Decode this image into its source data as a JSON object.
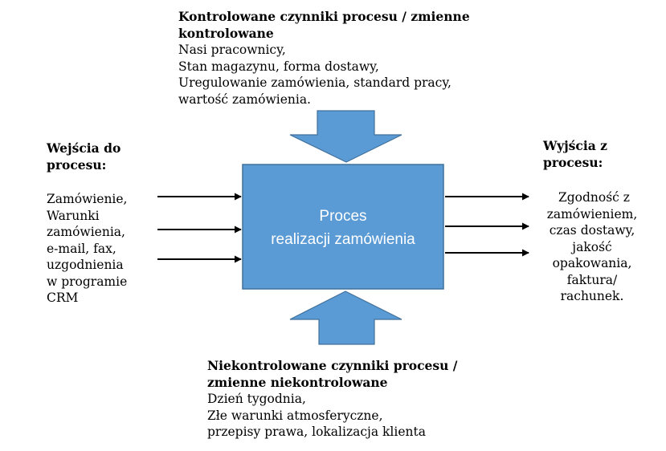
{
  "top": {
    "heading": [
      "Kontrolowane czynniki procesu / zmienne",
      "kontrolowane"
    ],
    "items": [
      "Nasi pracownicy,",
      "Stan magazynu, forma dostawy,",
      "Uregulowanie zamówienia, standard pracy,",
      "wartość zamówienia."
    ]
  },
  "left": {
    "heading": [
      "Wejścia do",
      "procesu:"
    ],
    "items": [
      "Zamówienie,",
      "Warunki",
      "zamówienia,",
      "e-mail, fax,",
      "uzgodnienia",
      "w programie",
      "CRM"
    ]
  },
  "right": {
    "heading": [
      "Wyjścia z",
      "procesu:"
    ],
    "items": [
      " Zgodność z",
      "zamówieniem,",
      "czas dostawy,",
      "jakość",
      "opakowania,",
      "faktura/",
      "rachunek."
    ]
  },
  "bottom": {
    "heading": [
      "Niekontrolowane czynniki procesu /",
      "zmienne niekontrolowane"
    ],
    "items": [
      "Dzień tygodnia,",
      "Złe warunki atmosferyczne,",
      "przepisy prawa, lokalizacja klienta"
    ]
  },
  "process": {
    "lines": [
      "Proces",
      "realizacji zamówienia"
    ]
  },
  "colors": {
    "box_fill": "#5b9bd5",
    "box_stroke": "#41719c",
    "arrow": "#000000"
  }
}
